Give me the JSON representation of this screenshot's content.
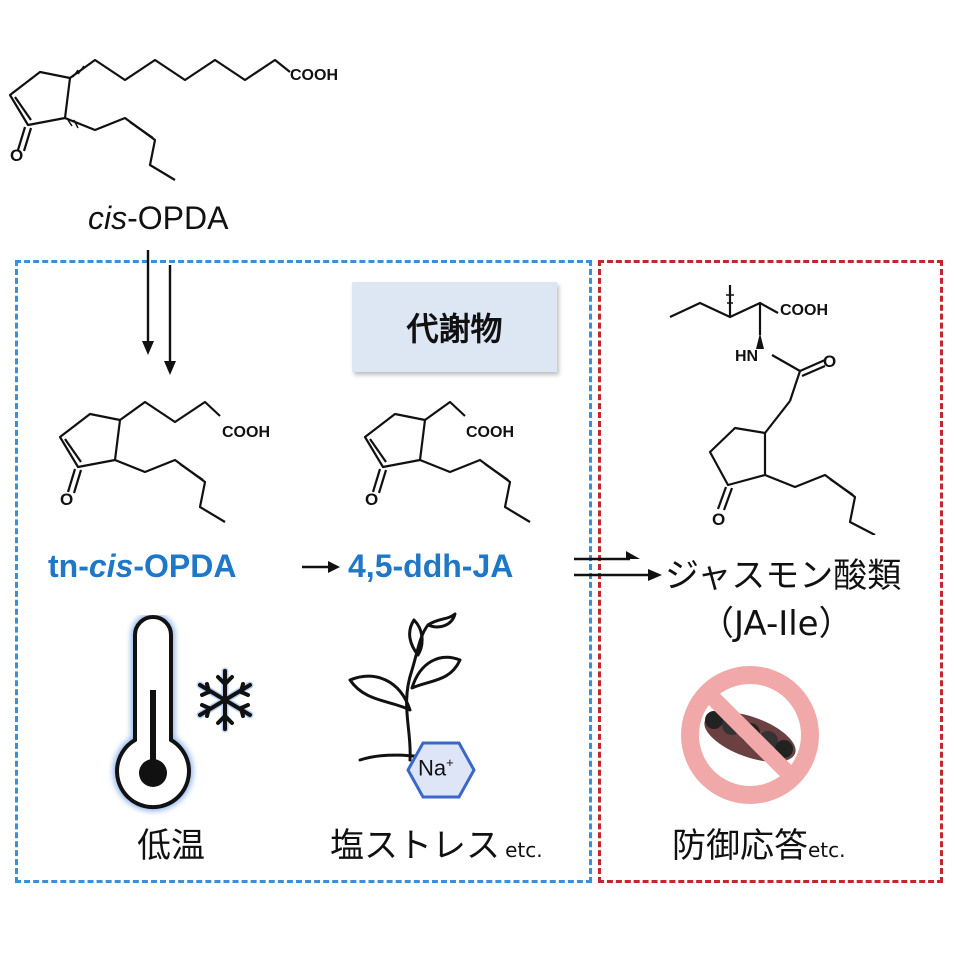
{
  "top_compound": {
    "name_italic": "cis",
    "name_rest": "-OPDA",
    "group_label": "COOH",
    "oxygen_label": "O"
  },
  "metabolite_box": {
    "label": "代謝物"
  },
  "tn_compound": {
    "name_pre": "tn-",
    "name_italic": "cis",
    "name_post": "-OPDA",
    "group_label": "COOH",
    "oxygen_label": "O"
  },
  "ddh_compound": {
    "name": "4,5-ddh-JA",
    "group_label": "COOH",
    "oxygen_label": "O"
  },
  "ja_compound": {
    "name": "ジャスモン酸類",
    "subname": "（JA-Ile）",
    "cooh_label": "COOH",
    "nh_label": "HN",
    "amide_o_label": "O",
    "ring_o_label": "O"
  },
  "stress_labels": {
    "cold": "低温",
    "salt": "塩ストレス",
    "salt_etc": "etc.",
    "na_ion": "Na",
    "na_charge": "+"
  },
  "response_labels": {
    "defense": "防御応答",
    "defense_etc": "etc."
  },
  "colors": {
    "blue_accent": "#1f77c8",
    "blue_box": "#3a8fd8",
    "red_box": "#c0282e",
    "metab_bg": "#dde6f3"
  }
}
